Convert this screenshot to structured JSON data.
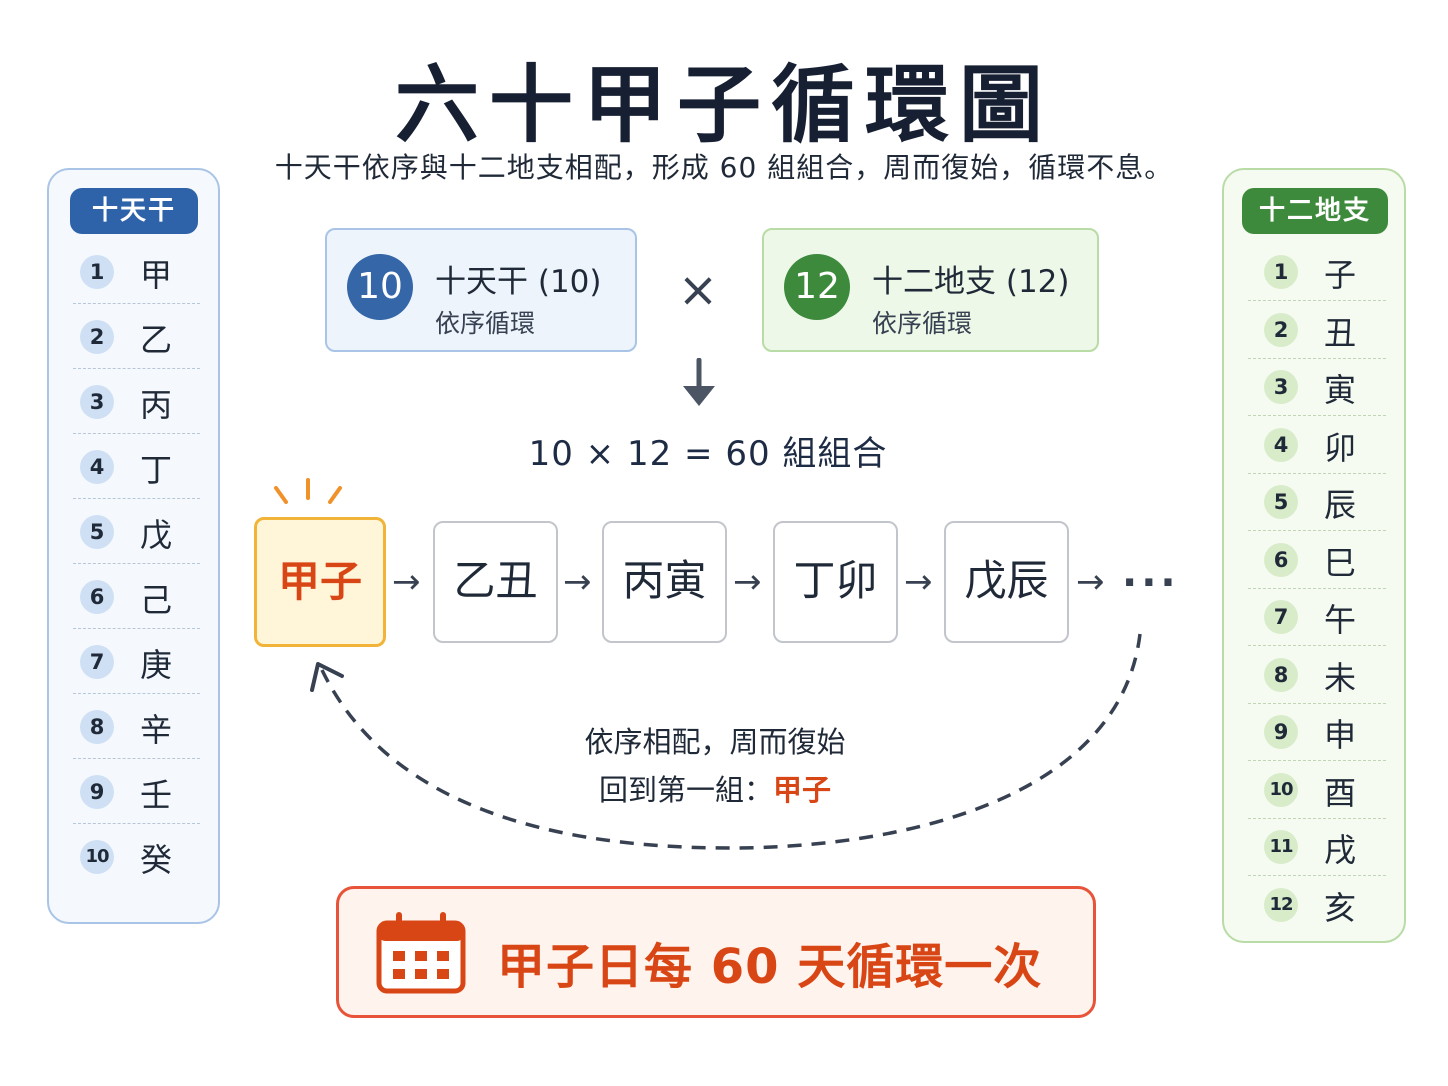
{
  "title": "六十甲子循環圖",
  "subtitle": "十天干依序與十二地支相配，形成 60 組組合，周而復始，循環不息。",
  "heavenly_stems": {
    "header": "十天干",
    "items": [
      {
        "num": "1",
        "char": "甲"
      },
      {
        "num": "2",
        "char": "乙"
      },
      {
        "num": "3",
        "char": "丙"
      },
      {
        "num": "4",
        "char": "丁"
      },
      {
        "num": "5",
        "char": "戊"
      },
      {
        "num": "6",
        "char": "己"
      },
      {
        "num": "7",
        "char": "庚"
      },
      {
        "num": "8",
        "char": "辛"
      },
      {
        "num": "9",
        "char": "壬"
      },
      {
        "num": "10",
        "char": "癸"
      }
    ]
  },
  "earthly_branches": {
    "header": "十二地支",
    "items": [
      {
        "num": "1",
        "char": "子"
      },
      {
        "num": "2",
        "char": "丑"
      },
      {
        "num": "3",
        "char": "寅"
      },
      {
        "num": "4",
        "char": "卯"
      },
      {
        "num": "5",
        "char": "辰"
      },
      {
        "num": "6",
        "char": "巳"
      },
      {
        "num": "7",
        "char": "午"
      },
      {
        "num": "8",
        "char": "未"
      },
      {
        "num": "9",
        "char": "申"
      },
      {
        "num": "10",
        "char": "酉"
      },
      {
        "num": "11",
        "char": "戌"
      },
      {
        "num": "12",
        "char": "亥"
      }
    ]
  },
  "stems_box": {
    "count": "10",
    "label": "十天干 (10)",
    "sub": "依序循環"
  },
  "branches_box": {
    "count": "12",
    "label": "十二地支 (12)",
    "sub": "依序循環"
  },
  "times_sign": "×",
  "down_arrow": "↓",
  "formula": "10 × 12 = 60 組組合",
  "sequence": [
    "甲子",
    "乙丑",
    "丙寅",
    "丁卯",
    "戊辰"
  ],
  "seq_arrow": "→",
  "ellipsis": "···",
  "loop_caption": {
    "line1": "依序相配，周而復始",
    "line2_prefix": "回到第一組：",
    "line2_highlight": "甲子"
  },
  "banner": "甲子日每 60 天循環一次",
  "colors": {
    "blue": "#2f63a9",
    "green": "#3d8a3c",
    "accent": "#d94615",
    "gold": "#f1b338"
  }
}
